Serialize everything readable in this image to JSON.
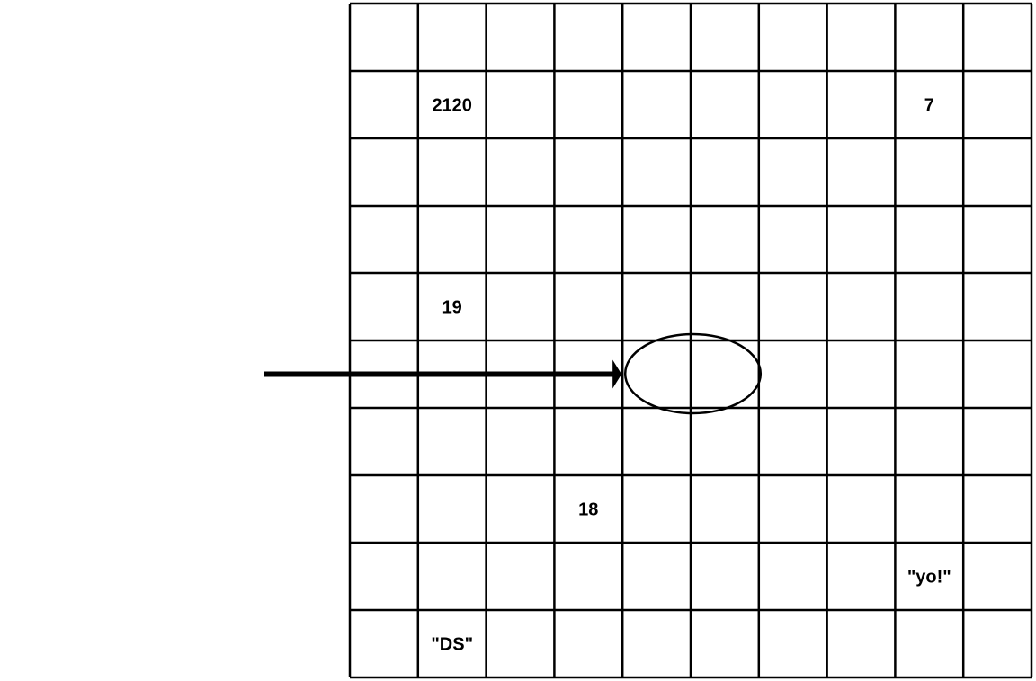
{
  "grid": {
    "rows": 10,
    "cols": 10,
    "line_color": "#000000",
    "cells": [
      {
        "row": 1,
        "col": 1,
        "text": "2120"
      },
      {
        "row": 1,
        "col": 8,
        "text": "7"
      },
      {
        "row": 4,
        "col": 1,
        "text": "19"
      },
      {
        "row": 7,
        "col": 3,
        "text": "18"
      },
      {
        "row": 8,
        "col": 8,
        "text": "\"yo!\""
      },
      {
        "row": 9,
        "col": 1,
        "text": "\"DS\""
      }
    ]
  },
  "pointer": {
    "target_row": 5,
    "target_col_span": [
      4,
      6
    ],
    "color": "#000000"
  }
}
